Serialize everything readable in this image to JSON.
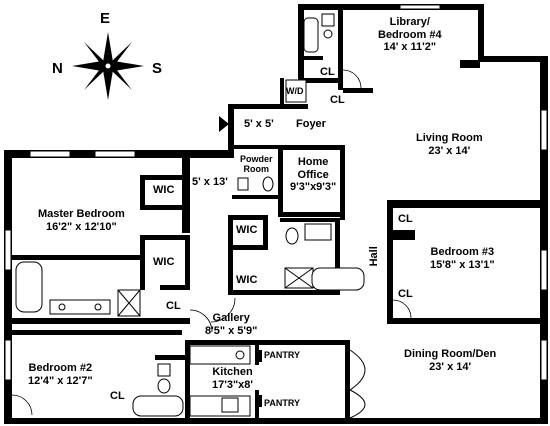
{
  "compass": {
    "north": "N",
    "south": "S",
    "east": "E"
  },
  "rooms": {
    "library": {
      "name": "Library/",
      "name2": "Bedroom #4",
      "dims": "14' x 11'2\""
    },
    "living": {
      "name": "Living Room",
      "dims": "23' x 14'"
    },
    "master": {
      "name": "Master Bedroom",
      "dims": "16'2\" x 12'10\""
    },
    "office": {
      "name": "Home",
      "name2": "Office",
      "dims": "9'3\"x9'3\""
    },
    "bedroom3": {
      "name": "Bedroom #3",
      "dims": "15'8\" x 13'1\""
    },
    "gallery": {
      "name": "Gallery",
      "dims": "8'5\" x 5'9\""
    },
    "bedroom2": {
      "name": "Bedroom #2",
      "dims": "12'4\" x 12'7\""
    },
    "kitchen": {
      "name": "Kitchen",
      "dims": "17'3\"x8'"
    },
    "dining": {
      "name": "Dining Room/Den",
      "dims": "23' x 14'"
    }
  },
  "small_labels": {
    "wd": "W/D",
    "foyer_dims": "5' x 5'",
    "foyer": "Foyer",
    "powder1": "Powder",
    "powder2": "Room",
    "hall_dims": "5' x 13'",
    "hall": "Hall",
    "wic": "WIC",
    "cl": "CL",
    "pantry": "PANTRY"
  }
}
